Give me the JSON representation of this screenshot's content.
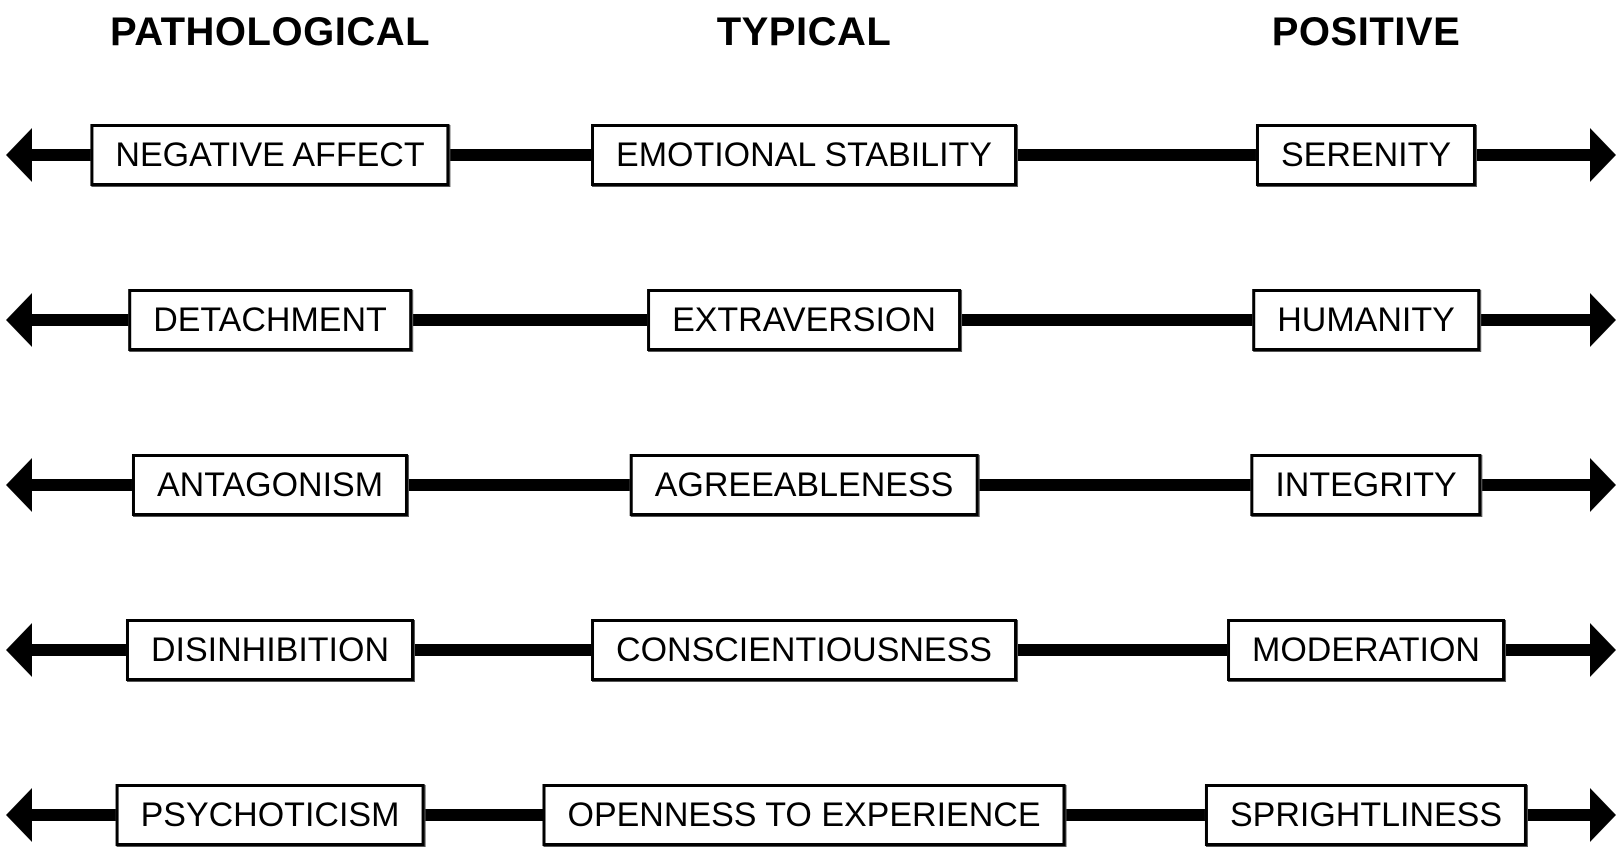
{
  "headers": {
    "pathological": "PATHOLOGICAL",
    "typical": "TYPICAL",
    "positive": "POSITIVE"
  },
  "rows": [
    {
      "pathological": "NEGATIVE AFFECT",
      "typical": "EMOTIONAL STABILITY",
      "positive": "SERENITY"
    },
    {
      "pathological": "DETACHMENT",
      "typical": "EXTRAVERSION",
      "positive": "HUMANITY"
    },
    {
      "pathological": "ANTAGONISM",
      "typical": "AGREEABLENESS",
      "positive": "INTEGRITY"
    },
    {
      "pathological": "DISINHIBITION",
      "typical": "CONSCIENTIOUSNESS",
      "positive": "MODERATION"
    },
    {
      "pathological": "PSYCHOTICISM",
      "typical": "OPENNESS TO EXPERIENCE",
      "positive": "SPRIGHTLINESS"
    }
  ],
  "colors": {
    "ink": "#000000",
    "background": "#ffffff"
  }
}
